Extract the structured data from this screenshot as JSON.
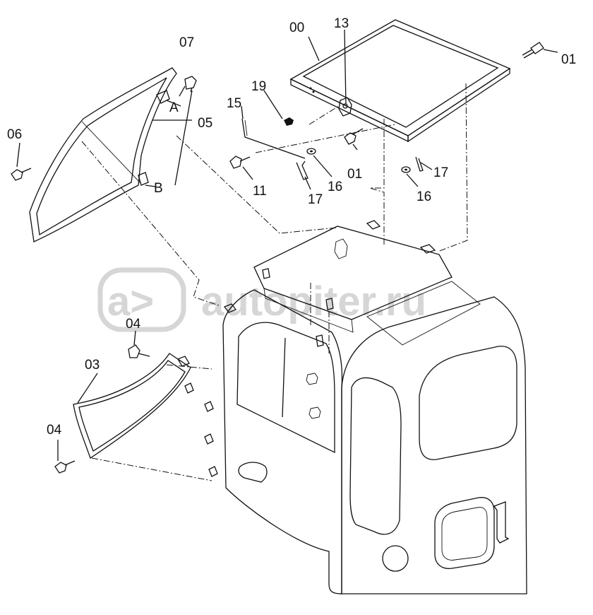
{
  "watermark": {
    "text": "autopiter.ru",
    "logo": "a>"
  },
  "callouts": {
    "c00": "00",
    "c01a": "01",
    "c01b": "01",
    "c03": "03",
    "c04a": "04",
    "c04b": "04",
    "c05": "05",
    "c06": "06",
    "c07": "07",
    "c11": "11",
    "c13": "13",
    "c15": "15",
    "c16a": "16",
    "c16b": "16",
    "c17a": "17",
    "c17b": "17",
    "c19": "19",
    "cA": "A",
    "cB": "B"
  }
}
